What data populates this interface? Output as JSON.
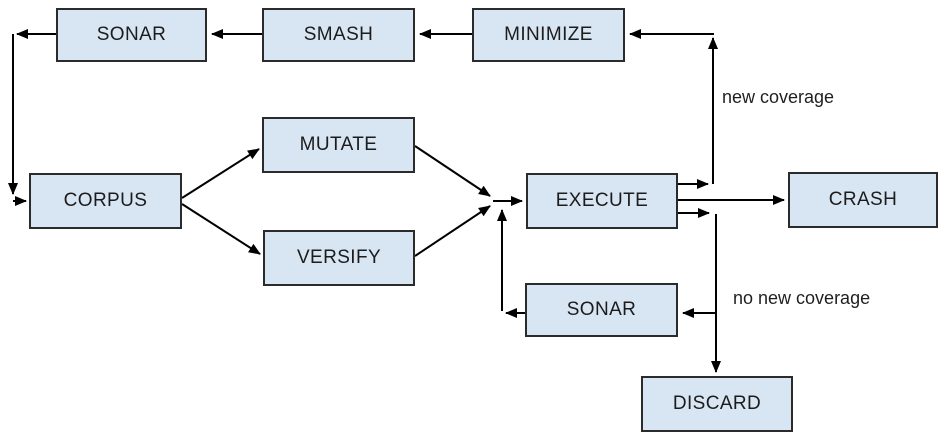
{
  "nodes": {
    "sonar_top": {
      "label": "SONAR"
    },
    "smash": {
      "label": "SMASH"
    },
    "minimize": {
      "label": "MINIMIZE"
    },
    "corpus": {
      "label": "CORPUS"
    },
    "mutate": {
      "label": "MUTATE"
    },
    "versify": {
      "label": "VERSIFY"
    },
    "execute": {
      "label": "EXECUTE"
    },
    "crash": {
      "label": "CRASH"
    },
    "sonar_bottom": {
      "label": "SONAR"
    },
    "discard": {
      "label": "DISCARD"
    }
  },
  "edge_labels": {
    "new_coverage": "new coverage",
    "no_new_coverage": "no new coverage"
  },
  "colors": {
    "node_fill": "#d8e5f3",
    "node_border": "#2b2b2b",
    "connector": "#000000",
    "label_text": "#1f1f1f",
    "background": "#ffffff"
  }
}
